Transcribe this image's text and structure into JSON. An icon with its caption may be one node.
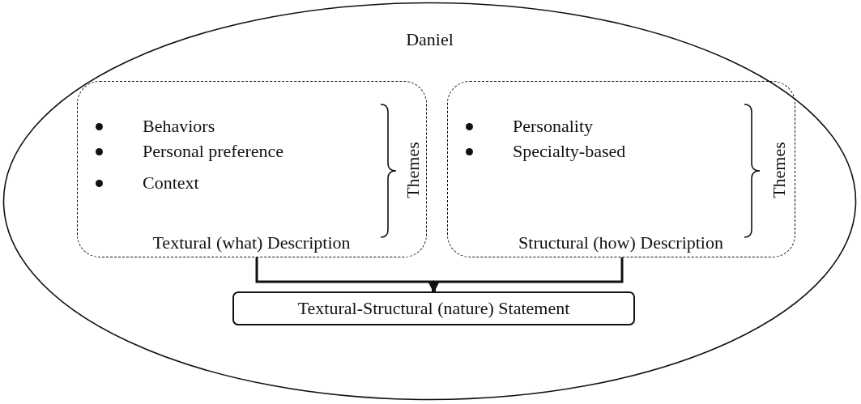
{
  "diagram": {
    "nodes": [
      {
        "text": [
          "Daniel"
        ]
      },
      {
        "text": [
          "Behaviors",
          "Personal preference",
          "Context",
          "Textural (what) Description"
        ],
        "in": 0
      },
      {
        "text": [
          "Personality",
          "Specialty-based",
          "Structural (how) Description"
        ],
        "in": 0
      },
      {
        "text": [
          "Textural-Structural (nature) Statement"
        ],
        "in": 0
      }
    ],
    "edges": [
      {
        "from": 1,
        "to": 3,
        "arrow": "to"
      },
      {
        "from": 2,
        "to": 3,
        "arrow": "to"
      }
    ],
    "labels": [
      "Themes",
      "Themes"
    ]
  }
}
